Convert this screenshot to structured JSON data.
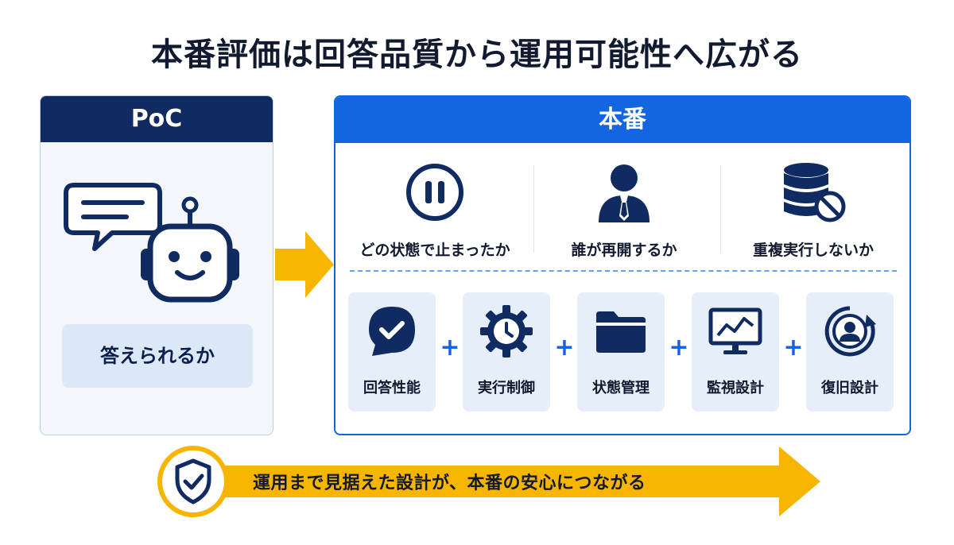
{
  "title": "本番評価は回答品質から運用可能性へ広がる",
  "poc": {
    "header": "PoC",
    "question": "答えられるか"
  },
  "production": {
    "header": "本番",
    "questions": [
      {
        "label": "どの状態で止まったか",
        "icon": "pause-circle-icon"
      },
      {
        "label": "誰が再開するか",
        "icon": "person-icon"
      },
      {
        "label": "重複実行しないか",
        "icon": "database-block-icon"
      }
    ],
    "components": [
      {
        "label": "回答性能",
        "icon": "chat-check-icon"
      },
      {
        "label": "実行制御",
        "icon": "gear-clock-icon"
      },
      {
        "label": "状態管理",
        "icon": "folder-icon"
      },
      {
        "label": "監視設計",
        "icon": "monitor-chart-icon"
      },
      {
        "label": "復旧設計",
        "icon": "user-recover-icon"
      }
    ],
    "plus_sign": "+"
  },
  "banner": {
    "text": "運用まで見据えた設計が、本番の安心につながる",
    "icon": "shield-check-icon"
  },
  "colors": {
    "navy": "#102a62",
    "blue": "#1466e0",
    "yellow": "#f7b500",
    "panel_bg": "#f3f7fc",
    "box_bg": "#e6eef9"
  }
}
